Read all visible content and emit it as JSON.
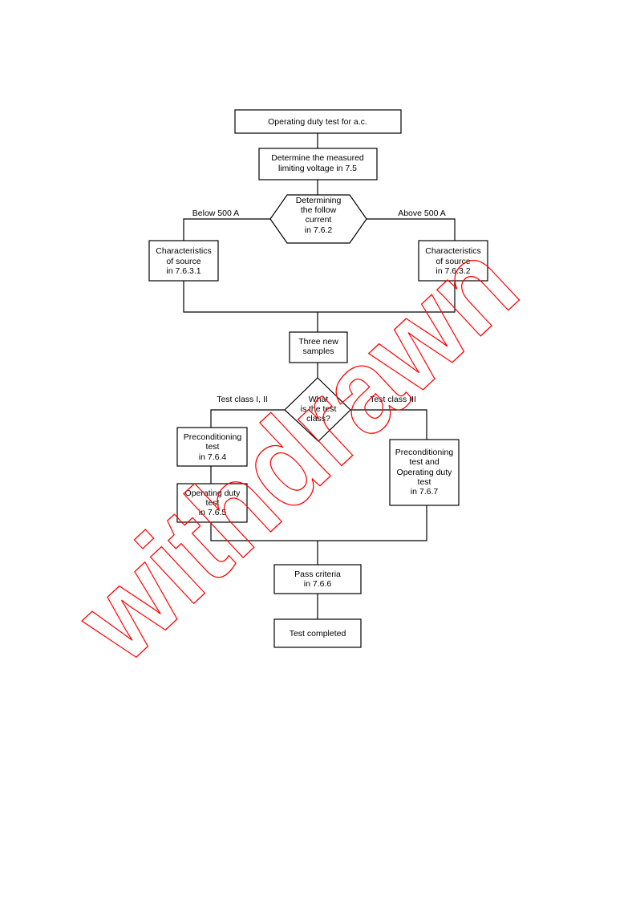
{
  "flowchart": {
    "start": "Operating duty test for a.c.",
    "measure": [
      "Determine the measured",
      "limiting voltage in 7.5"
    ],
    "decision_current": [
      "Determining",
      "the follow",
      "current",
      "in 7.6.2"
    ],
    "label_below": "Below 500 A",
    "label_above": "Above 500 A",
    "source_left": [
      "Characteristics",
      "of source",
      "in 7.6.3.1"
    ],
    "source_right": [
      "Characteristics",
      "of source",
      "in 7.6.3.2"
    ],
    "samples": [
      "Three new",
      "samples"
    ],
    "decision_class": [
      "What",
      "is the test",
      "class?"
    ],
    "label_class_12": "Test class I, II",
    "label_class_3": "Test class III",
    "precond": [
      "Preconditioning",
      "test",
      "in 7.6.4"
    ],
    "opduty": [
      "Operating duty",
      "test",
      "in 7.6.5"
    ],
    "combined": [
      "Preconditioning",
      "test and",
      "Operating duty",
      "test",
      "in 7.6.7"
    ],
    "pass": [
      "Pass criteria",
      "in 7.6.6"
    ],
    "end": "Test completed"
  },
  "watermark": "withdrawn",
  "colors": {
    "watermark": "#ff0000"
  }
}
